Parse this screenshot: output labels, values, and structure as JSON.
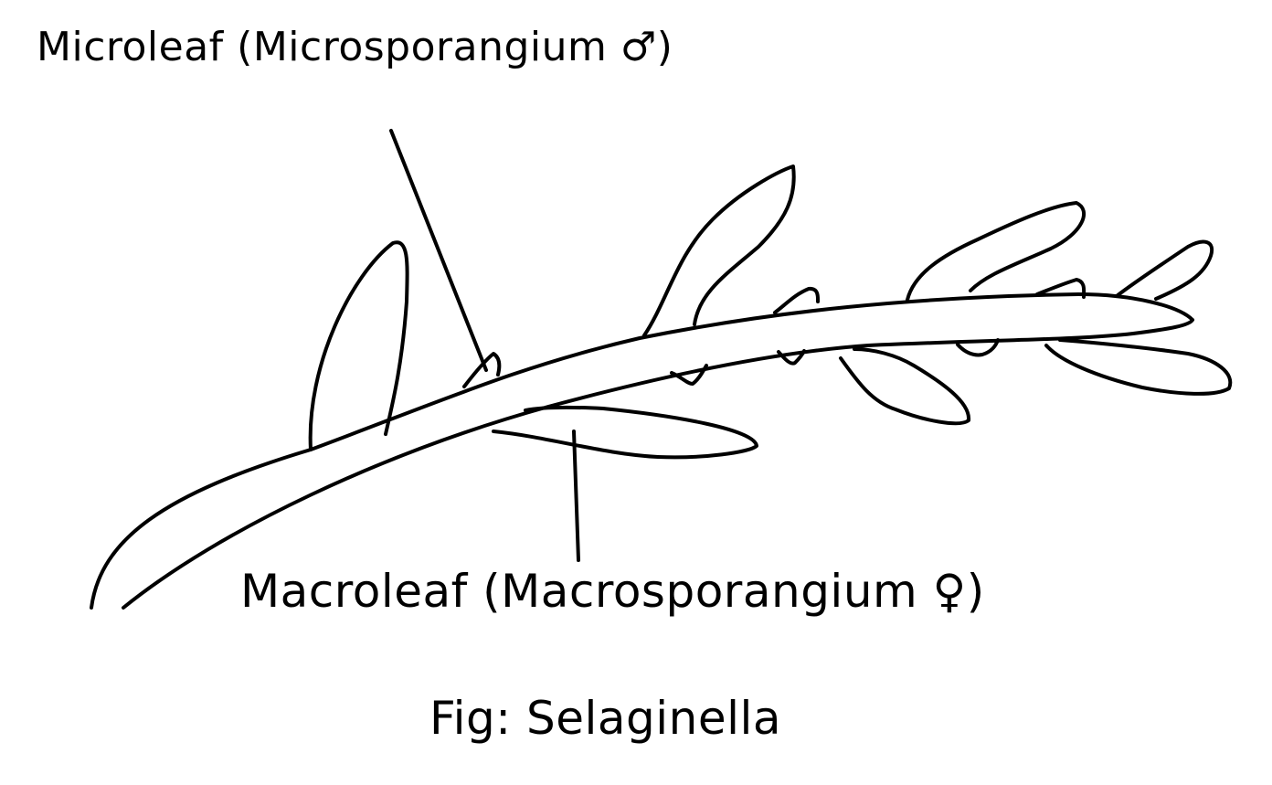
{
  "labels": {
    "microleaf": "Microleaf (Microsporangium ♂)",
    "macroleaf": "Macroleaf (Macrosporangium ♀)"
  },
  "caption": "Fig: Selaginella",
  "colors": {
    "ink": "#000000",
    "background": "#ffffff"
  }
}
